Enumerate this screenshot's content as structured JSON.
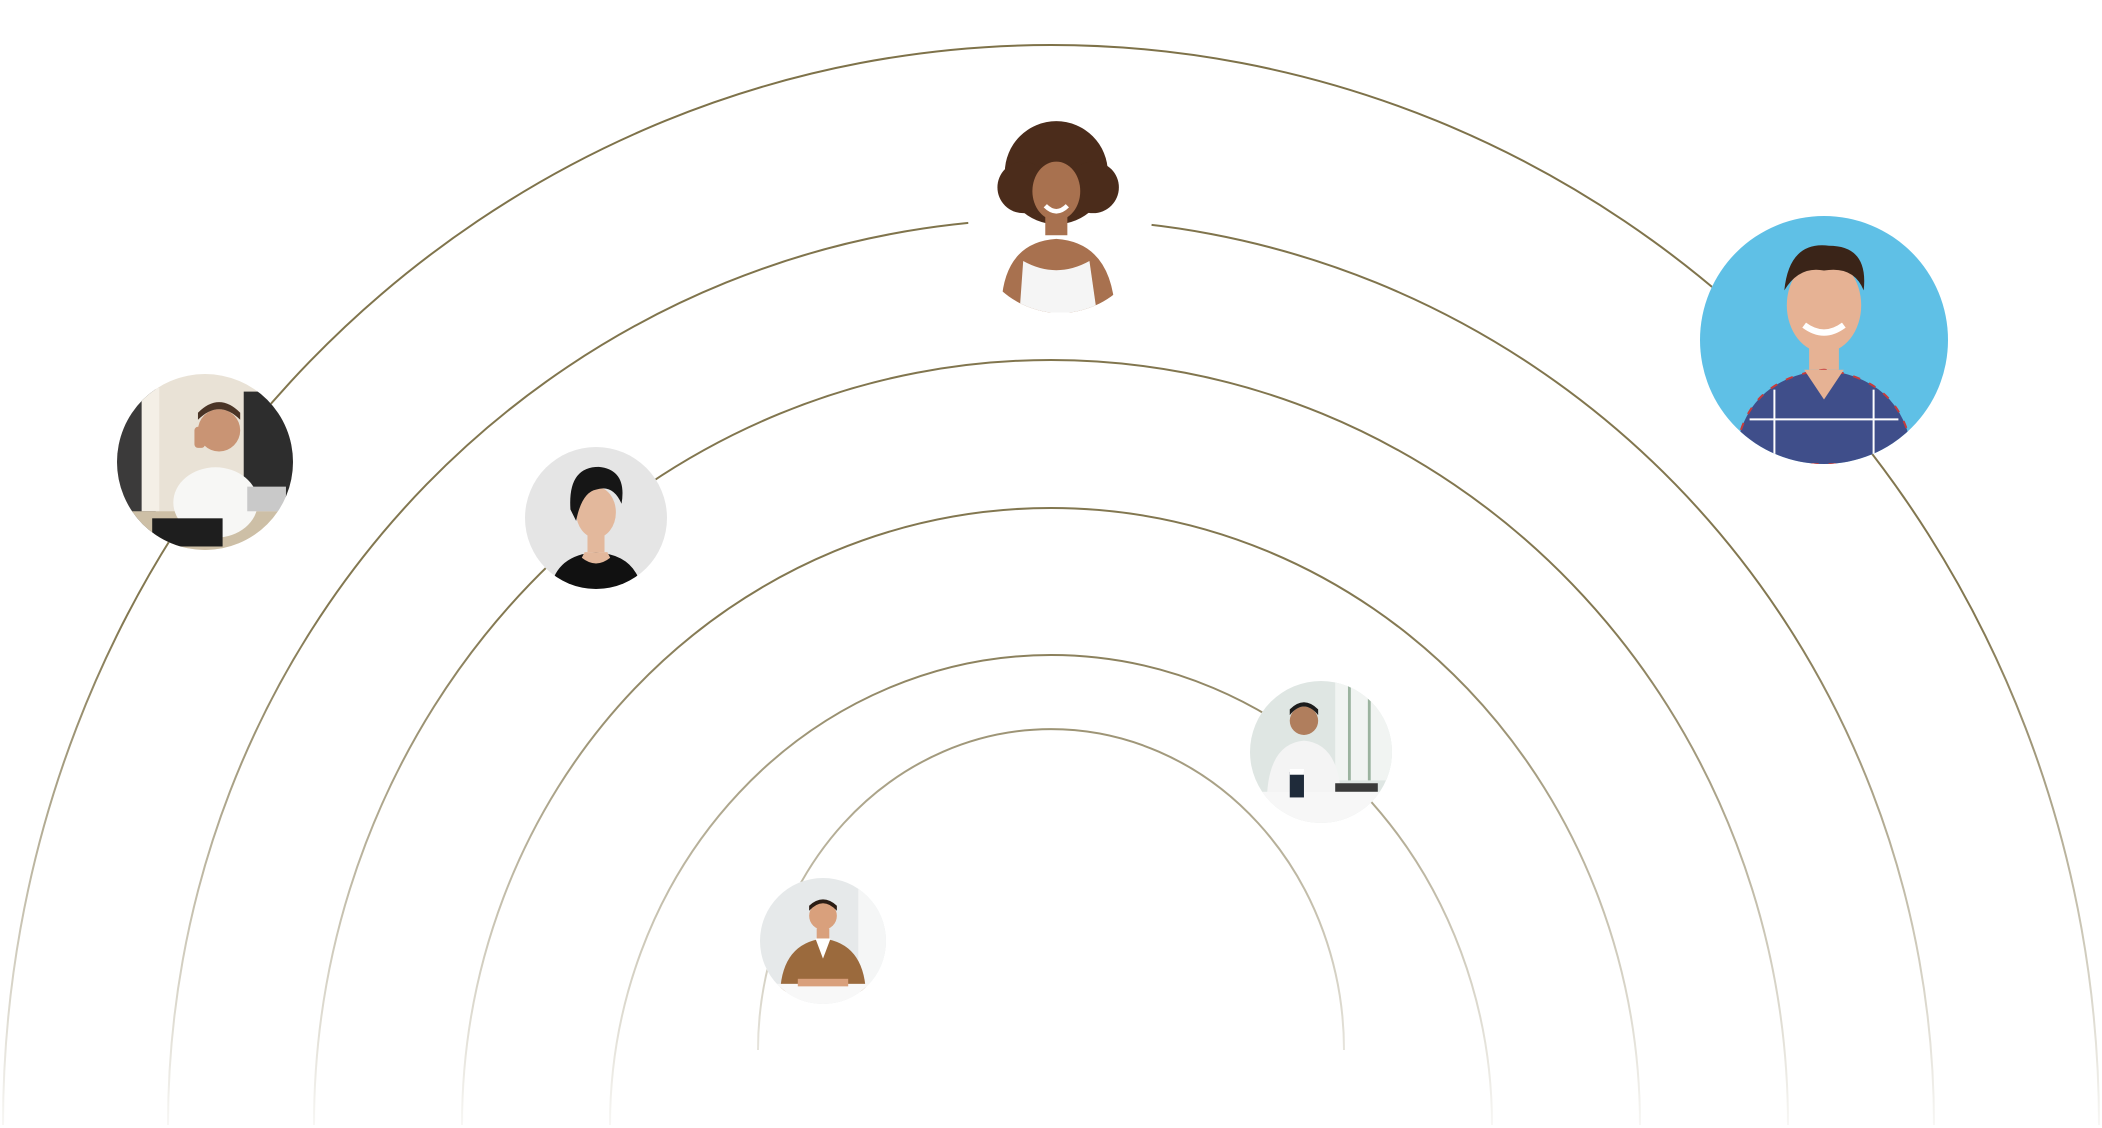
{
  "colors": {
    "orbit_stroke": "#7d7148",
    "background": "#ffffff"
  },
  "orbits": [
    {
      "name": "orbit-1"
    },
    {
      "name": "orbit-2"
    },
    {
      "name": "orbit-3"
    },
    {
      "name": "orbit-4"
    },
    {
      "name": "orbit-5"
    },
    {
      "name": "orbit-6"
    },
    {
      "name": "orbit-7"
    }
  ],
  "avatars": [
    {
      "name": "avatar-man-on-phone",
      "icon": "person-photo-icon"
    },
    {
      "name": "avatar-woman-curly-hair",
      "icon": "person-photo-icon"
    },
    {
      "name": "avatar-man-plaid-shirt",
      "icon": "person-photo-icon"
    },
    {
      "name": "avatar-woman-short-hair",
      "icon": "person-photo-icon"
    },
    {
      "name": "avatar-man-at-desk",
      "icon": "person-photo-icon"
    },
    {
      "name": "avatar-man-brown-jacket",
      "icon": "person-photo-icon"
    }
  ]
}
